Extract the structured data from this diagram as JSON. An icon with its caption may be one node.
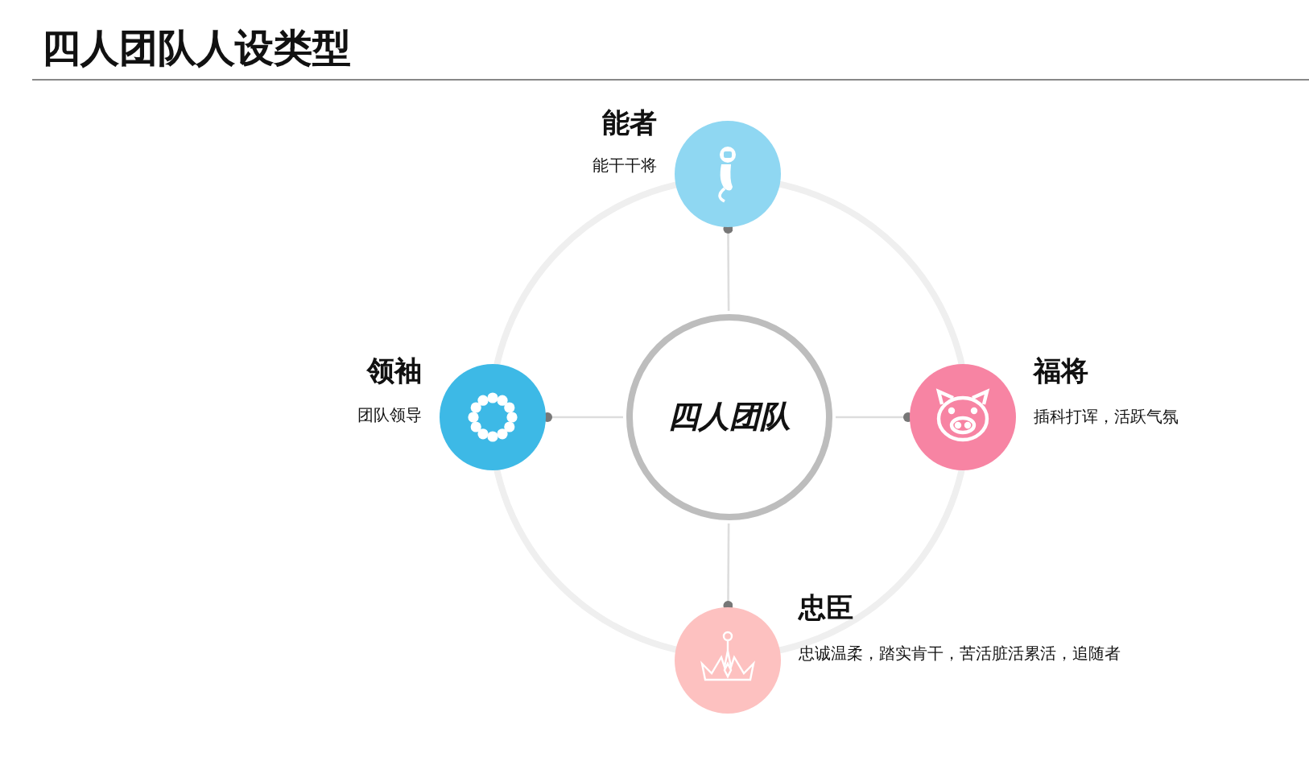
{
  "diagram": {
    "title": "四人团队人设类型",
    "nodes": [
      {
        "text": [
          "四人团队"
        ]
      },
      {
        "text": [
          "能者",
          "能干干将"
        ]
      },
      {
        "text": [
          "领袖",
          "团队领导"
        ]
      },
      {
        "text": [
          "福将",
          "插科打诨，活跃气氛"
        ]
      },
      {
        "text": [
          "忠臣",
          "忠诚温柔，踏实肯干，苦活脏活累活，追随者"
        ]
      }
    ],
    "edges": [
      {
        "from": 0,
        "to": 1,
        "arrow": "other"
      },
      {
        "from": 0,
        "to": 2,
        "arrow": "other"
      },
      {
        "from": 0,
        "to": 3,
        "arrow": "other"
      },
      {
        "from": 0,
        "to": 4,
        "arrow": "other"
      }
    ]
  }
}
